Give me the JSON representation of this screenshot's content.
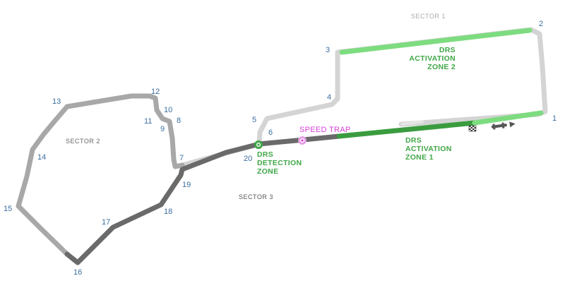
{
  "colors": {
    "sector1": "#d4d4d4",
    "sector2": "#a8a8a8",
    "sector3": "#6a6a6a",
    "drs_zone": "#56c15a",
    "drs_zone_light": "#7ddc7f",
    "drs_zone_dark": "#3a9c3f",
    "speed_trap": "#d63fd6",
    "turn_numbers": "#3a6ea0",
    "sector_labels": "#666666",
    "sector1_label": "#aaaaaa"
  },
  "sectors": {
    "s1": "SECTOR 1",
    "s2": "SECTOR 2",
    "s3": "SECTOR 3"
  },
  "turns": [
    "1",
    "2",
    "3",
    "4",
    "5",
    "6",
    "7",
    "8",
    "9",
    "10",
    "11",
    "12",
    "13",
    "14",
    "15",
    "16",
    "17",
    "18",
    "19",
    "20"
  ],
  "drs": {
    "zone1": [
      "DRS",
      "ACTIVATION",
      "ZONE 1"
    ],
    "zone2": [
      "DRS",
      "ACTIVATION",
      "ZONE 2"
    ],
    "detection": [
      "DRS",
      "DETECTION",
      "ZONE"
    ]
  },
  "speed_trap": "SPEED TRAP",
  "icons": {
    "start_finish": "chequered-flag-icon",
    "direction": "car-direction-arrow-icon",
    "speed_trap_marker": "speed-trap-marker-icon",
    "detection_marker": "drs-detection-marker-icon"
  }
}
